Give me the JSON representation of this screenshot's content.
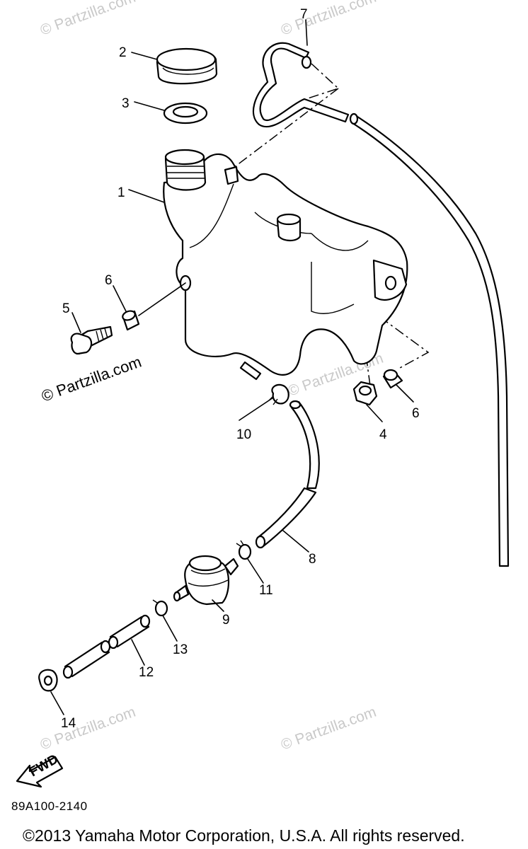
{
  "watermark": {
    "text_short": "© Partzilla.com",
    "text_main": "© Partzilla.com"
  },
  "callouts": {
    "c1": "1",
    "c2": "2",
    "c3": "3",
    "c4": "4",
    "c5": "5",
    "c6a": "6",
    "c6b": "6",
    "c7": "7",
    "c8": "8",
    "c9": "9",
    "c10": "10",
    "c11": "11",
    "c12": "12",
    "c13": "13",
    "c14": "14"
  },
  "fwd_label": "FWD",
  "diagram_code": "89A100-2140",
  "copyright": "©2013 Yamaha Motor Corporation, U.S.A. All rights reserved."
}
